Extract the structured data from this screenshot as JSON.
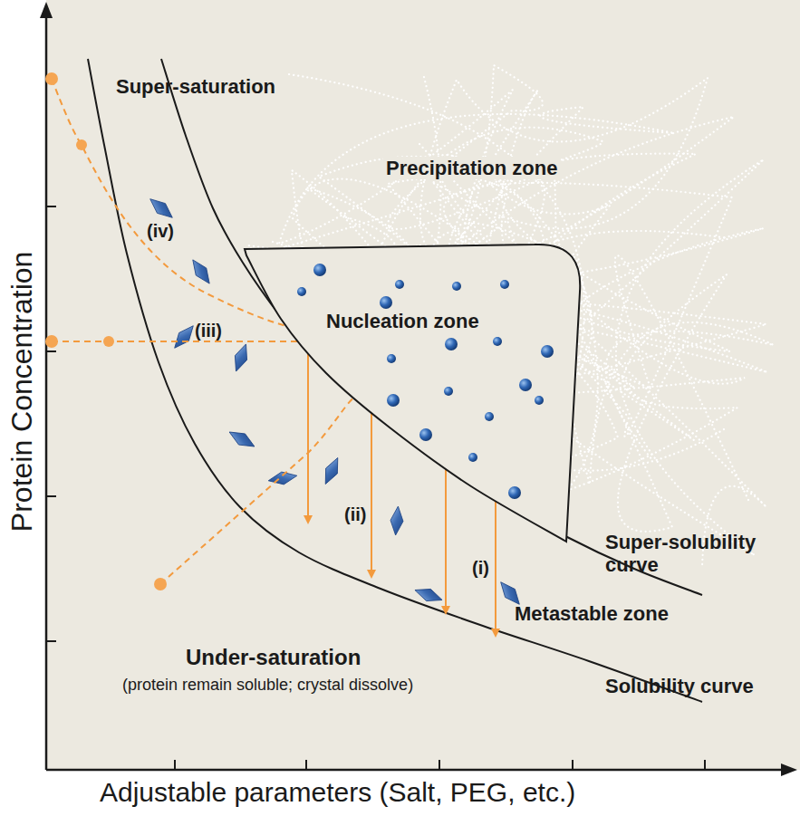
{
  "diagram": {
    "nodes": [
      {
        "text": [
          "Nucleation zone"
        ]
      }
    ],
    "labels": [
      "Super-saturation",
      "Precipitation zone",
      "(iv)",
      "(iii)",
      "(ii)",
      "(i)",
      "Super-solubility curve",
      "Metastable zone",
      "Solubility curve",
      "Under-saturation",
      "(protein remain soluble; crystal dissolve)",
      "Protein Concentration",
      "Adjustable parameters (Salt, PEG, etc.)"
    ]
  }
}
